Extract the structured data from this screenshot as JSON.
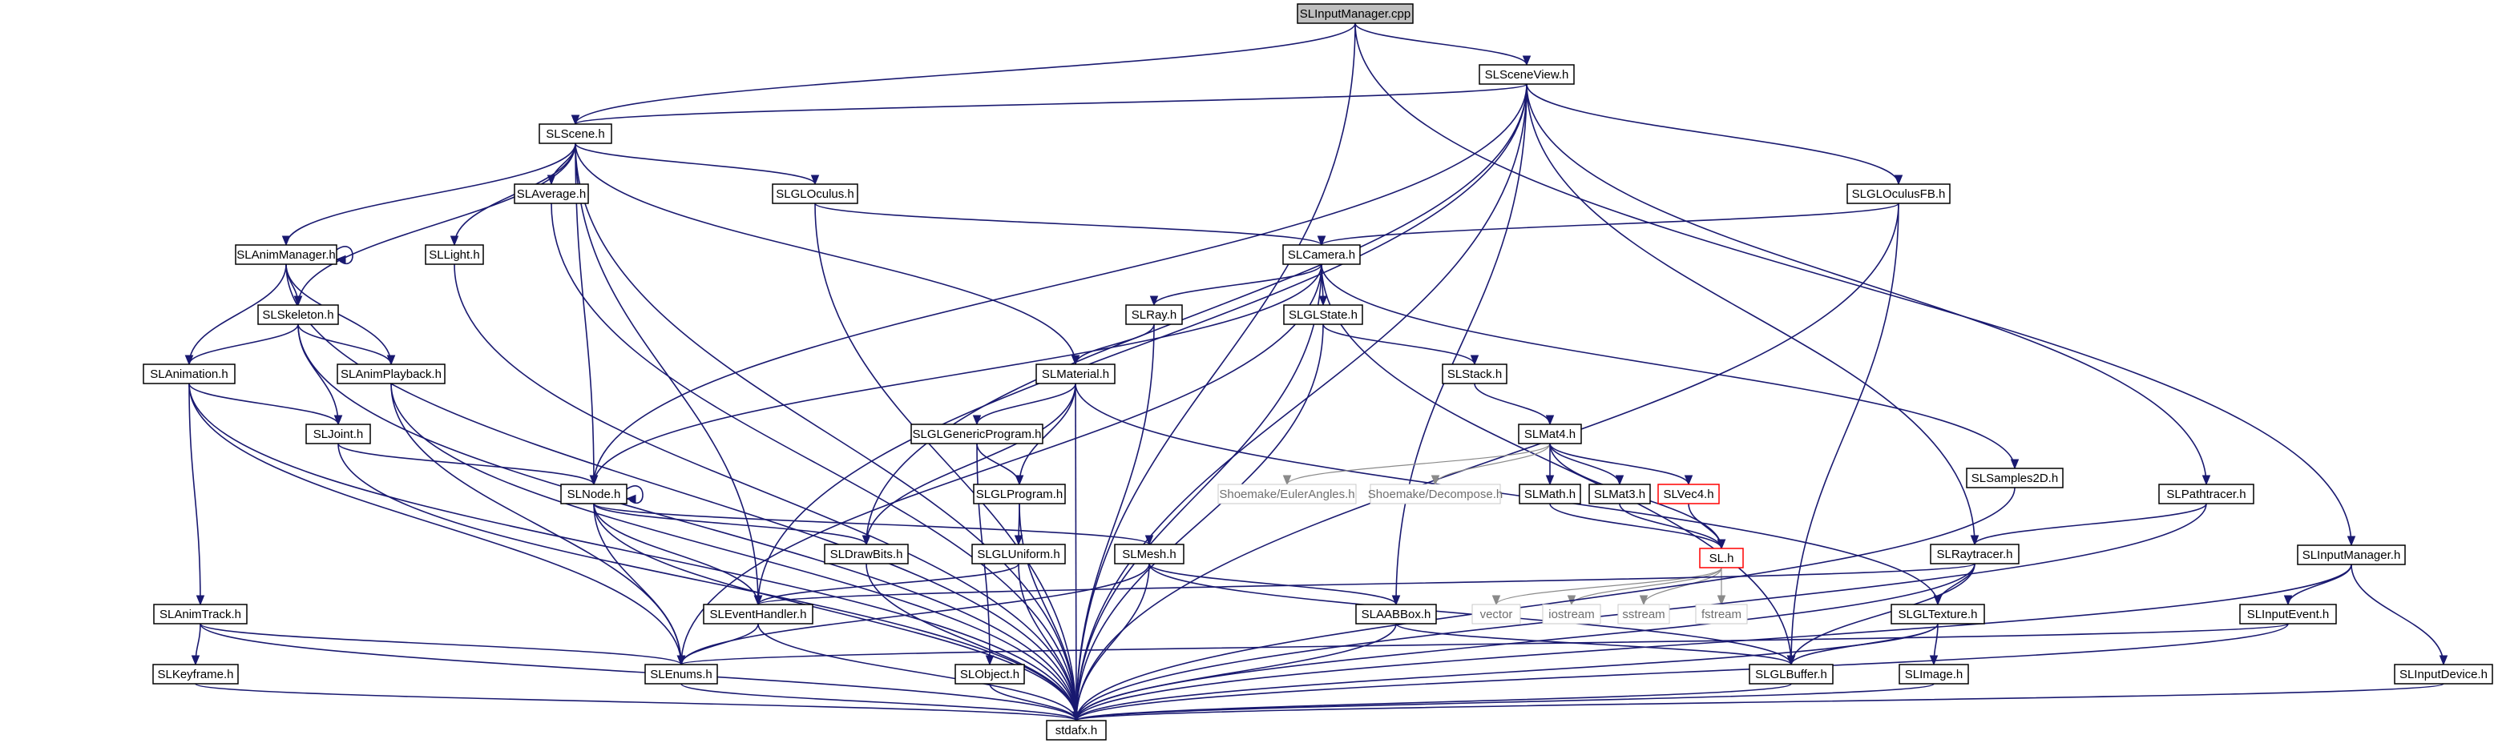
{
  "graph": {
    "root": "SLInputManager.cpp",
    "nodes": [
      {
        "id": "SLInputManager.cpp",
        "label": "SLInputManager.cpp",
        "style": "root"
      },
      {
        "id": "stdafx.h",
        "label": "stdafx.h",
        "style": "normal"
      },
      {
        "id": "SLSceneView.h",
        "label": "SLSceneView.h",
        "style": "normal"
      },
      {
        "id": "SLScene.h",
        "label": "SLScene.h",
        "style": "normal"
      },
      {
        "id": "SLInputManager.h",
        "label": "SLInputManager.h",
        "style": "normal"
      },
      {
        "id": "SLNode.h",
        "label": "SLNode.h",
        "style": "normal"
      },
      {
        "id": "SLEventHandler.h",
        "label": "SLEventHandler.h",
        "style": "normal"
      },
      {
        "id": "SLDrawBits.h",
        "label": "SLDrawBits.h",
        "style": "normal"
      },
      {
        "id": "SLAABBox.h",
        "label": "SLAABBox.h",
        "style": "normal"
      },
      {
        "id": "SLGLOculusFB.h",
        "label": "SLGLOculusFB.h",
        "style": "normal"
      },
      {
        "id": "SLRaytracer.h",
        "label": "SLRaytracer.h",
        "style": "normal"
      },
      {
        "id": "SLPathtracer.h",
        "label": "SLPathtracer.h",
        "style": "normal"
      },
      {
        "id": "SLAverage.h",
        "label": "SLAverage.h",
        "style": "normal"
      },
      {
        "id": "SLGLOculus.h",
        "label": "SLGLOculus.h",
        "style": "normal"
      },
      {
        "id": "SLAnimManager.h",
        "label": "SLAnimManager.h",
        "style": "normal"
      },
      {
        "id": "SLLight.h",
        "label": "SLLight.h",
        "style": "normal"
      },
      {
        "id": "SLSkeleton.h",
        "label": "SLSkeleton.h",
        "style": "normal"
      },
      {
        "id": "SLAnimation.h",
        "label": "SLAnimation.h",
        "style": "normal"
      },
      {
        "id": "SLAnimPlayback.h",
        "label": "SLAnimPlayback.h",
        "style": "normal"
      },
      {
        "id": "SLJoint.h",
        "label": "SLJoint.h",
        "style": "normal"
      },
      {
        "id": "SLAnimTrack.h",
        "label": "SLAnimTrack.h",
        "style": "normal"
      },
      {
        "id": "SLKeyframe.h",
        "label": "SLKeyframe.h",
        "style": "normal"
      },
      {
        "id": "SLEnums.h",
        "label": "SLEnums.h",
        "style": "normal"
      },
      {
        "id": "SLCamera.h",
        "label": "SLCamera.h",
        "style": "normal"
      },
      {
        "id": "SLRay.h",
        "label": "SLRay.h",
        "style": "normal"
      },
      {
        "id": "SLGLState.h",
        "label": "SLGLState.h",
        "style": "normal"
      },
      {
        "id": "SLStack.h",
        "label": "SLStack.h",
        "style": "normal"
      },
      {
        "id": "SLMaterial.h",
        "label": "SLMaterial.h",
        "style": "normal"
      },
      {
        "id": "SLGLGenericProgram.h",
        "label": "SLGLGenericProgram.h",
        "style": "normal"
      },
      {
        "id": "SLGLProgram.h",
        "label": "SLGLProgram.h",
        "style": "normal"
      },
      {
        "id": "SLGLUniform.h",
        "label": "SLGLUniform.h",
        "style": "normal"
      },
      {
        "id": "SLObject.h",
        "label": "SLObject.h",
        "style": "normal"
      },
      {
        "id": "SLMesh.h",
        "label": "SLMesh.h",
        "style": "normal"
      },
      {
        "id": "SLGLBuffer.h",
        "label": "SLGLBuffer.h",
        "style": "normal"
      },
      {
        "id": "SLMat4.h",
        "label": "SLMat4.h",
        "style": "normal"
      },
      {
        "id": "Shoemake/EulerAngles.h",
        "label": "Shoemake/EulerAngles.h",
        "style": "missing"
      },
      {
        "id": "Shoemake/Decompose.h",
        "label": "Shoemake/Decompose.h",
        "style": "missing"
      },
      {
        "id": "SLMath.h",
        "label": "SLMath.h",
        "style": "normal"
      },
      {
        "id": "SLMat3.h",
        "label": "SLMat3.h",
        "style": "normal"
      },
      {
        "id": "SLVec4.h",
        "label": "SLVec4.h",
        "style": "truncated"
      },
      {
        "id": "SL.h",
        "label": "SL.h",
        "style": "truncated"
      },
      {
        "id": "vector",
        "label": "vector",
        "style": "missing"
      },
      {
        "id": "iostream",
        "label": "iostream",
        "style": "missing"
      },
      {
        "id": "sstream",
        "label": "sstream",
        "style": "missing"
      },
      {
        "id": "fstream",
        "label": "fstream",
        "style": "missing"
      },
      {
        "id": "SLGLTexture.h",
        "label": "SLGLTexture.h",
        "style": "normal"
      },
      {
        "id": "SLImage.h",
        "label": "SLImage.h",
        "style": "normal"
      },
      {
        "id": "SLSamples2D.h",
        "label": "SLSamples2D.h",
        "style": "normal"
      },
      {
        "id": "SLInputEvent.h",
        "label": "SLInputEvent.h",
        "style": "normal"
      },
      {
        "id": "SLInputDevice.h",
        "label": "SLInputDevice.h",
        "style": "normal"
      }
    ],
    "edges": [
      [
        "SLInputManager.cpp",
        "stdafx.h"
      ],
      [
        "SLInputManager.cpp",
        "SLSceneView.h"
      ],
      [
        "SLInputManager.cpp",
        "SLScene.h"
      ],
      [
        "SLInputManager.cpp",
        "SLInputManager.h"
      ],
      [
        "SLSceneView.h",
        "stdafx.h"
      ],
      [
        "SLSceneView.h",
        "SLScene.h"
      ],
      [
        "SLSceneView.h",
        "SLNode.h"
      ],
      [
        "SLSceneView.h",
        "SLEventHandler.h"
      ],
      [
        "SLSceneView.h",
        "SLDrawBits.h"
      ],
      [
        "SLSceneView.h",
        "SLAABBox.h"
      ],
      [
        "SLSceneView.h",
        "SLGLOculusFB.h"
      ],
      [
        "SLSceneView.h",
        "SLRaytracer.h"
      ],
      [
        "SLSceneView.h",
        "SLPathtracer.h"
      ],
      [
        "SLScene.h",
        "stdafx.h"
      ],
      [
        "SLScene.h",
        "SLAverage.h"
      ],
      [
        "SLScene.h",
        "SLGLOculus.h"
      ],
      [
        "SLScene.h",
        "SLAnimManager.h"
      ],
      [
        "SLScene.h",
        "SLLight.h"
      ],
      [
        "SLScene.h",
        "SLSkeleton.h"
      ],
      [
        "SLScene.h",
        "SLNode.h"
      ],
      [
        "SLScene.h",
        "SLEventHandler.h"
      ],
      [
        "SLScene.h",
        "SLMaterial.h"
      ],
      [
        "SLAverage.h",
        "stdafx.h"
      ],
      [
        "SLGLOculus.h",
        "stdafx.h"
      ],
      [
        "SLGLOculus.h",
        "SLCamera.h"
      ],
      [
        "SLAnimManager.h",
        "stdafx.h"
      ],
      [
        "SLAnimManager.h",
        "SLAnimManager.h"
      ],
      [
        "SLAnimManager.h",
        "SLSkeleton.h"
      ],
      [
        "SLAnimManager.h",
        "SLAnimation.h"
      ],
      [
        "SLAnimManager.h",
        "SLAnimPlayback.h"
      ],
      [
        "SLLight.h",
        "stdafx.h"
      ],
      [
        "SLSkeleton.h",
        "stdafx.h"
      ],
      [
        "SLSkeleton.h",
        "SLAnimation.h"
      ],
      [
        "SLSkeleton.h",
        "SLAnimPlayback.h"
      ],
      [
        "SLSkeleton.h",
        "SLJoint.h"
      ],
      [
        "SLAnimation.h",
        "stdafx.h"
      ],
      [
        "SLAnimation.h",
        "SLJoint.h"
      ],
      [
        "SLAnimation.h",
        "SLAnimTrack.h"
      ],
      [
        "SLAnimation.h",
        "SLEnums.h"
      ],
      [
        "SLAnimPlayback.h",
        "stdafx.h"
      ],
      [
        "SLAnimPlayback.h",
        "SLEnums.h"
      ],
      [
        "SLJoint.h",
        "stdafx.h"
      ],
      [
        "SLJoint.h",
        "SLNode.h"
      ],
      [
        "SLAnimTrack.h",
        "stdafx.h"
      ],
      [
        "SLAnimTrack.h",
        "SLKeyframe.h"
      ],
      [
        "SLAnimTrack.h",
        "SLEnums.h"
      ],
      [
        "SLKeyframe.h",
        "stdafx.h"
      ],
      [
        "SLNode.h",
        "stdafx.h"
      ],
      [
        "SLNode.h",
        "SLNode.h"
      ],
      [
        "SLNode.h",
        "SLEventHandler.h"
      ],
      [
        "SLNode.h",
        "SLEnums.h"
      ],
      [
        "SLNode.h",
        "SLDrawBits.h"
      ],
      [
        "SLNode.h",
        "SLMesh.h"
      ],
      [
        "SLEventHandler.h",
        "stdafx.h"
      ],
      [
        "SLEventHandler.h",
        "SLEnums.h"
      ],
      [
        "SLEnums.h",
        "stdafx.h"
      ],
      [
        "SLDrawBits.h",
        "stdafx.h"
      ],
      [
        "SLGLOculusFB.h",
        "stdafx.h"
      ],
      [
        "SLGLOculusFB.h",
        "SLCamera.h"
      ],
      [
        "SLGLOculusFB.h",
        "SLGLBuffer.h"
      ],
      [
        "SLCamera.h",
        "stdafx.h"
      ],
      [
        "SLCamera.h",
        "SLNode.h"
      ],
      [
        "SLCamera.h",
        "SLEnums.h"
      ],
      [
        "SLCamera.h",
        "SLRay.h"
      ],
      [
        "SLCamera.h",
        "SLGLState.h"
      ],
      [
        "SLCamera.h",
        "SLGLBuffer.h"
      ],
      [
        "SLCamera.h",
        "SLSamples2D.h"
      ],
      [
        "SLRay.h",
        "stdafx.h"
      ],
      [
        "SLRay.h",
        "SLMaterial.h"
      ],
      [
        "SLGLState.h",
        "stdafx.h"
      ],
      [
        "SLGLState.h",
        "SLStack.h"
      ],
      [
        "SLStack.h",
        "SLMat4.h"
      ],
      [
        "SLMaterial.h",
        "stdafx.h"
      ],
      [
        "SLMaterial.h",
        "SLGLGenericProgram.h"
      ],
      [
        "SLMaterial.h",
        "SLGLProgram.h"
      ],
      [
        "SLMaterial.h",
        "SLDrawBits.h"
      ],
      [
        "SLMaterial.h",
        "SLGLTexture.h"
      ],
      [
        "SLGLGenericProgram.h",
        "SLGLProgram.h"
      ],
      [
        "SLGLGenericProgram.h",
        "SLObject.h"
      ],
      [
        "SLGLProgram.h",
        "stdafx.h"
      ],
      [
        "SLGLProgram.h",
        "SLGLUniform.h"
      ],
      [
        "SLGLUniform.h",
        "stdafx.h"
      ],
      [
        "SLGLUniform.h",
        "SLEventHandler.h"
      ],
      [
        "SLObject.h",
        "stdafx.h"
      ],
      [
        "SLMesh.h",
        "stdafx.h"
      ],
      [
        "SLMesh.h",
        "SLAABBox.h"
      ],
      [
        "SLMesh.h",
        "SLGLBuffer.h"
      ],
      [
        "SLMesh.h",
        "SLEnums.h"
      ],
      [
        "SLAABBox.h",
        "stdafx.h"
      ],
      [
        "SLAABBox.h",
        "SLGLBuffer.h"
      ],
      [
        "SLGLBuffer.h",
        "stdafx.h"
      ],
      [
        "SLMat4.h",
        "Shoemake/EulerAngles.h"
      ],
      [
        "SLMat4.h",
        "Shoemake/Decompose.h"
      ],
      [
        "SLMat4.h",
        "SLMath.h"
      ],
      [
        "SLMat4.h",
        "SLMat3.h"
      ],
      [
        "SLMat4.h",
        "SLVec4.h"
      ],
      [
        "SLMat4.h",
        "SL.h"
      ],
      [
        "SLMath.h",
        "SL.h"
      ],
      [
        "SLMat3.h",
        "SL.h"
      ],
      [
        "SLVec4.h",
        "SL.h"
      ],
      [
        "SL.h",
        "vector"
      ],
      [
        "SL.h",
        "iostream"
      ],
      [
        "SL.h",
        "sstream"
      ],
      [
        "SL.h",
        "fstream"
      ],
      [
        "SLGLTexture.h",
        "stdafx.h"
      ],
      [
        "SLGLTexture.h",
        "SLImage.h"
      ],
      [
        "SLGLTexture.h",
        "SLGLBuffer.h"
      ],
      [
        "SLImage.h",
        "stdafx.h"
      ],
      [
        "SLRaytracer.h",
        "stdafx.h"
      ],
      [
        "SLRaytracer.h",
        "SLEventHandler.h"
      ],
      [
        "SLRaytracer.h",
        "SLGLTexture.h"
      ],
      [
        "SLRaytracer.h",
        "SLGLBuffer.h"
      ],
      [
        "SLPathtracer.h",
        "stdafx.h"
      ],
      [
        "SLPathtracer.h",
        "SLRaytracer.h"
      ],
      [
        "SLSamples2D.h",
        "stdafx.h"
      ],
      [
        "SLInputManager.h",
        "stdafx.h"
      ],
      [
        "SLInputManager.h",
        "SLInputEvent.h"
      ],
      [
        "SLInputManager.h",
        "SLInputDevice.h"
      ],
      [
        "SLInputEvent.h",
        "stdafx.h"
      ],
      [
        "SLInputEvent.h",
        "SLEnums.h"
      ],
      [
        "SLInputDevice.h",
        "stdafx.h"
      ]
    ]
  }
}
